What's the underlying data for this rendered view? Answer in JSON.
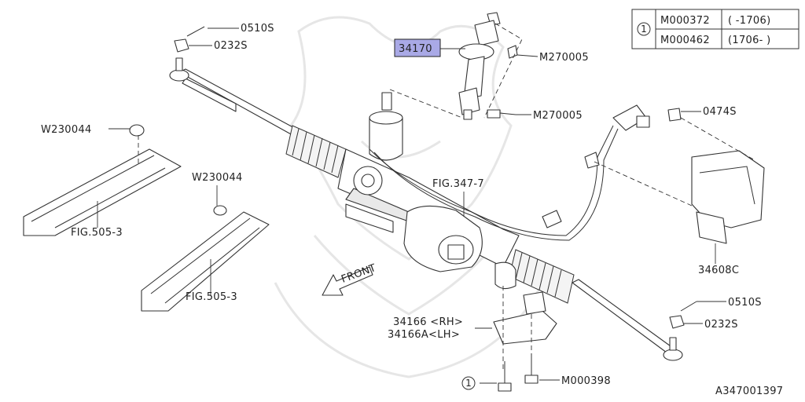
{
  "diagram": {
    "reference_code": "A347001397",
    "callouts": {
      "c0510S_top": "0510S",
      "c0232S_top": "0232S",
      "c34170": "34170",
      "cM270005_a": "M270005",
      "cM270005_b": "M270005",
      "c0474S": "0474S",
      "cW230044_a": "W230044",
      "cW230044_b": "W230044",
      "cFIG505_a": "FIG.505-3",
      "cFIG505_b": "FIG.505-3",
      "cFIG347": "FIG.347-7",
      "cFront": "FRONT",
      "c34608C": "34608C",
      "c0510S_bot": "0510S",
      "c0232S_bot": "0232S",
      "c34166": "34166 <RH>",
      "c34166A": "34166A<LH>",
      "cM000398": "M000398",
      "cRef1": "1"
    },
    "applicability_table": {
      "ref": "1",
      "rows": [
        {
          "part": "M000372",
          "range": "( -1706)"
        },
        {
          "part": "M000462",
          "range": "(1706- )"
        }
      ]
    },
    "highlighted_part": "34170"
  }
}
